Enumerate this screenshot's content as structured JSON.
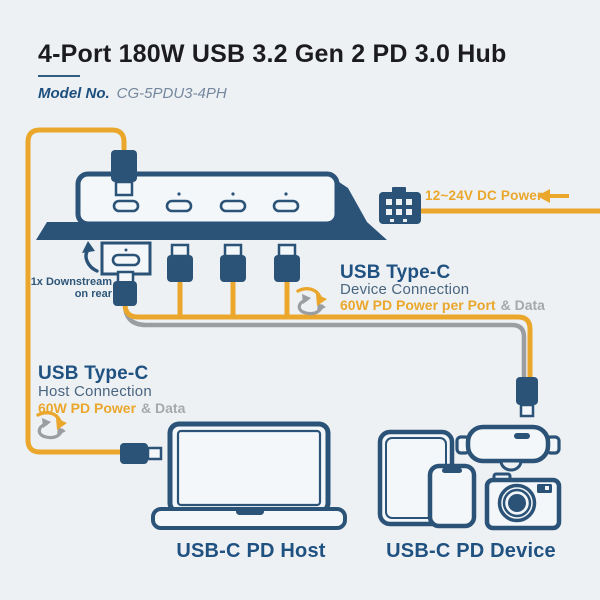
{
  "page": {
    "background": "#edf1f4"
  },
  "colors": {
    "navy": "#2b5277",
    "heading_navy": "#1f5181",
    "sub_navy": "#4a657f",
    "gold": "#eaa72c",
    "cable_grey": "#9b9da0",
    "text_grey": "#a6a8ab",
    "title_text": "#1c1c1e",
    "model_navy": "#1d4f7d",
    "model_value_grey": "#75879e"
  },
  "header": {
    "title": "4-Port 180W USB 3.2 Gen 2 PD 3.0 Hub",
    "model_label": "Model No.",
    "model_value": "CG-5PDU3-4PH"
  },
  "dc_power": {
    "label": "12~24V DC Power"
  },
  "rear_note": {
    "line1": "1x Downstream",
    "line2": "on rear"
  },
  "device_connection": {
    "heading": "USB Type-C",
    "subheading": "Device Connection",
    "power": "60W PD Power per Port",
    "data": "& Data"
  },
  "host_connection": {
    "heading": "USB Type-C",
    "subheading": "Host Connection",
    "power": "60W PD Power",
    "data": "& Data"
  },
  "footer": {
    "host_label": "USB-C PD Host",
    "device_label": "USB-C PD Device"
  },
  "icons": {
    "hub": "usb-hub-front",
    "dc_connector": "dc-power-connector",
    "dc_arrow": "left-arrow",
    "rear_arrow": "curved-up-arrow",
    "swap_arrows": "power-and-data-swap-arrows",
    "usb_plug": "usb-c-plug",
    "laptop": "laptop",
    "tablet": "tablet",
    "phone": "smartphone",
    "vr": "vr-headset",
    "camera": "camera"
  }
}
